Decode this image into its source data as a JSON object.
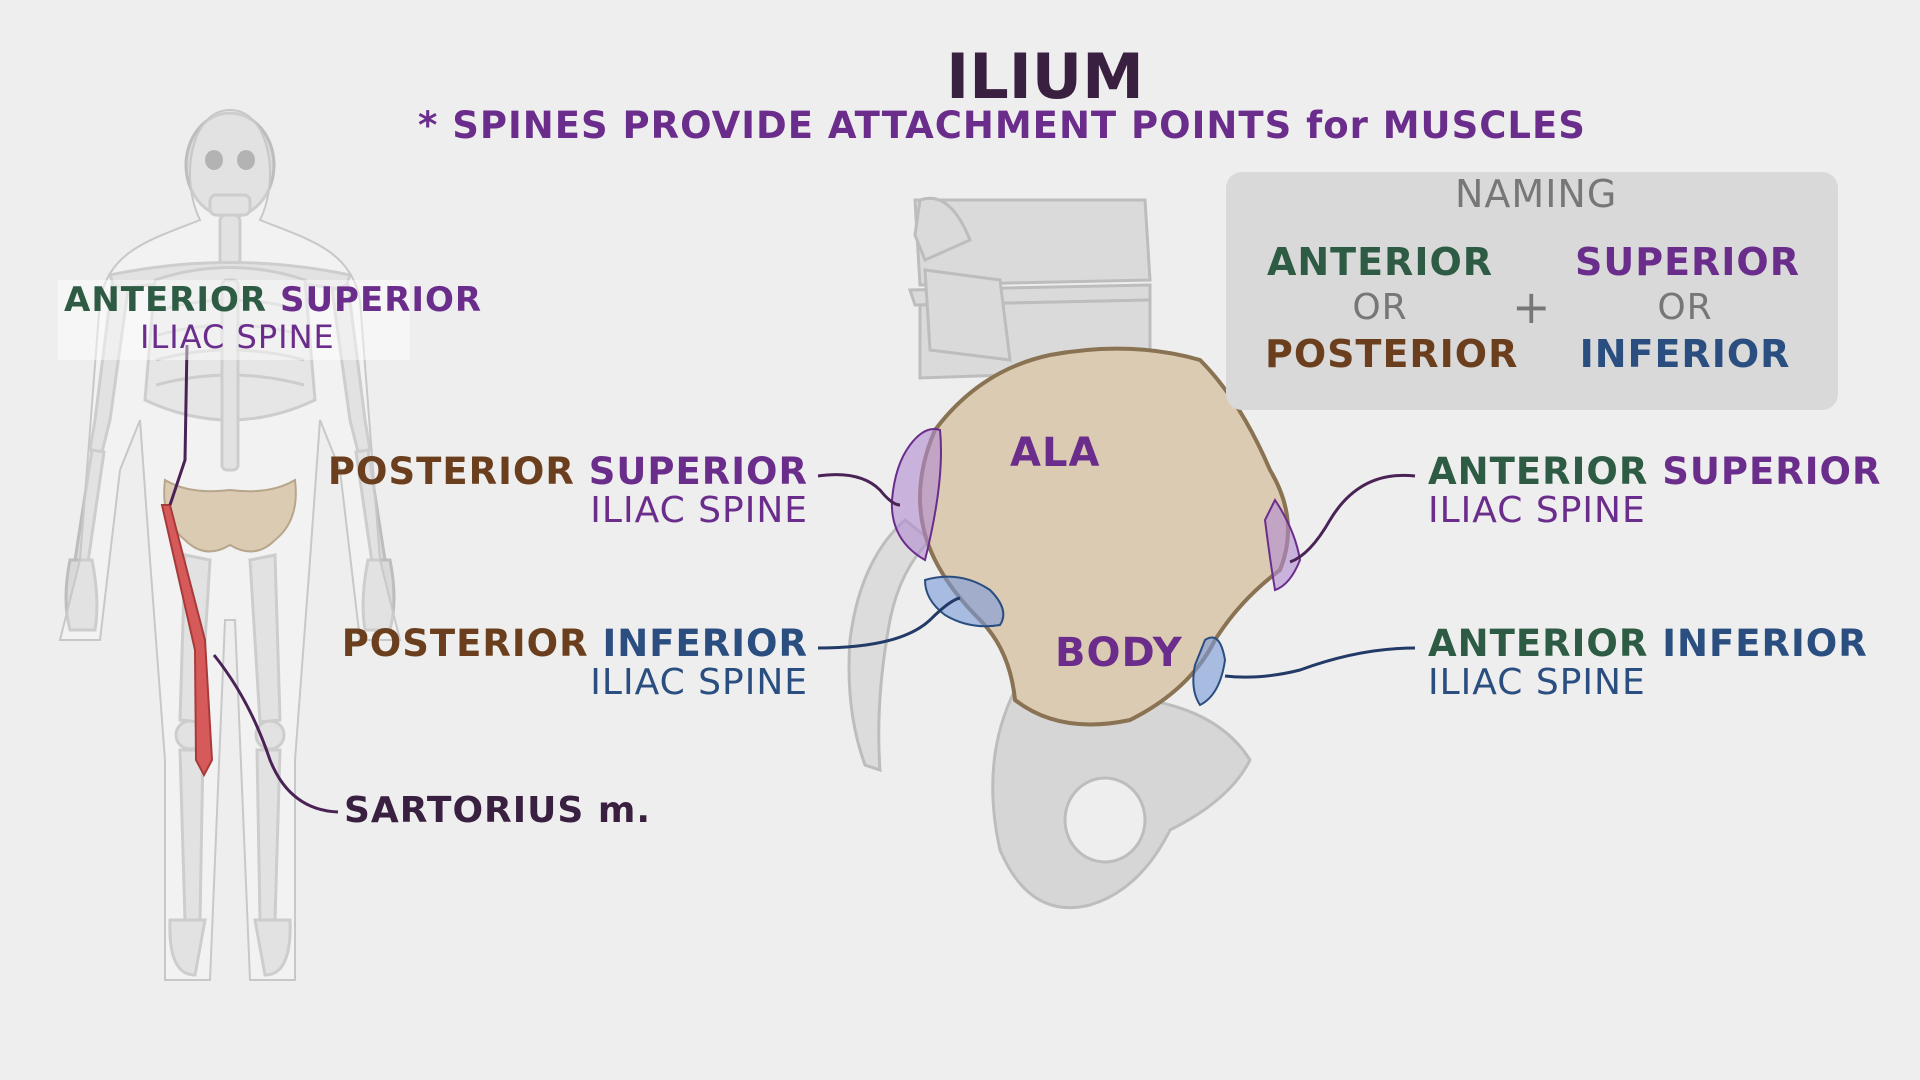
{
  "title": "ILIUM",
  "subtitle": "* SPINES PROVIDE ATTACHMENT POINTS for MUSCLES",
  "naming": {
    "heading": "NAMING",
    "left_top": "ANTERIOR",
    "left_or": "OR",
    "left_bottom": "POSTERIOR",
    "plus": "+",
    "right_top": "SUPERIOR",
    "right_or": "OR",
    "right_bottom": "INFERIOR"
  },
  "skeleton_labels": {
    "asis_word1": "ANTERIOR",
    "asis_word2": "SUPERIOR",
    "asis_line2": "ILIAC SPINE",
    "sartorius": "SARTORIUS m."
  },
  "pelvis_labels": {
    "ala": "ALA",
    "body": "BODY",
    "psis_word1": "POSTERIOR",
    "psis_word2": "SUPERIOR",
    "psis_line2": "ILIAC SPINE",
    "piis_word1": "POSTERIOR",
    "piis_word2": "INFERIOR",
    "piis_line2": "ILIAC SPINE",
    "asis_word1": "ANTERIOR",
    "asis_word2": "SUPERIOR",
    "asis_line2": "ILIAC SPINE",
    "aiis_word1": "ANTERIOR",
    "aiis_word2": "INFERIOR",
    "aiis_line2": "ILIAC SPINE"
  },
  "colors": {
    "background": "#eeeeee",
    "anterior_green": "#2d5b43",
    "superior_purple": "#6b2d8c",
    "posterior_brown": "#6b3f1e",
    "inferior_blue": "#2a4e80",
    "ilium_tan": "#dccbb3",
    "bone_grey": "#d2d2d2",
    "muscle_red": "#c84a4a"
  }
}
